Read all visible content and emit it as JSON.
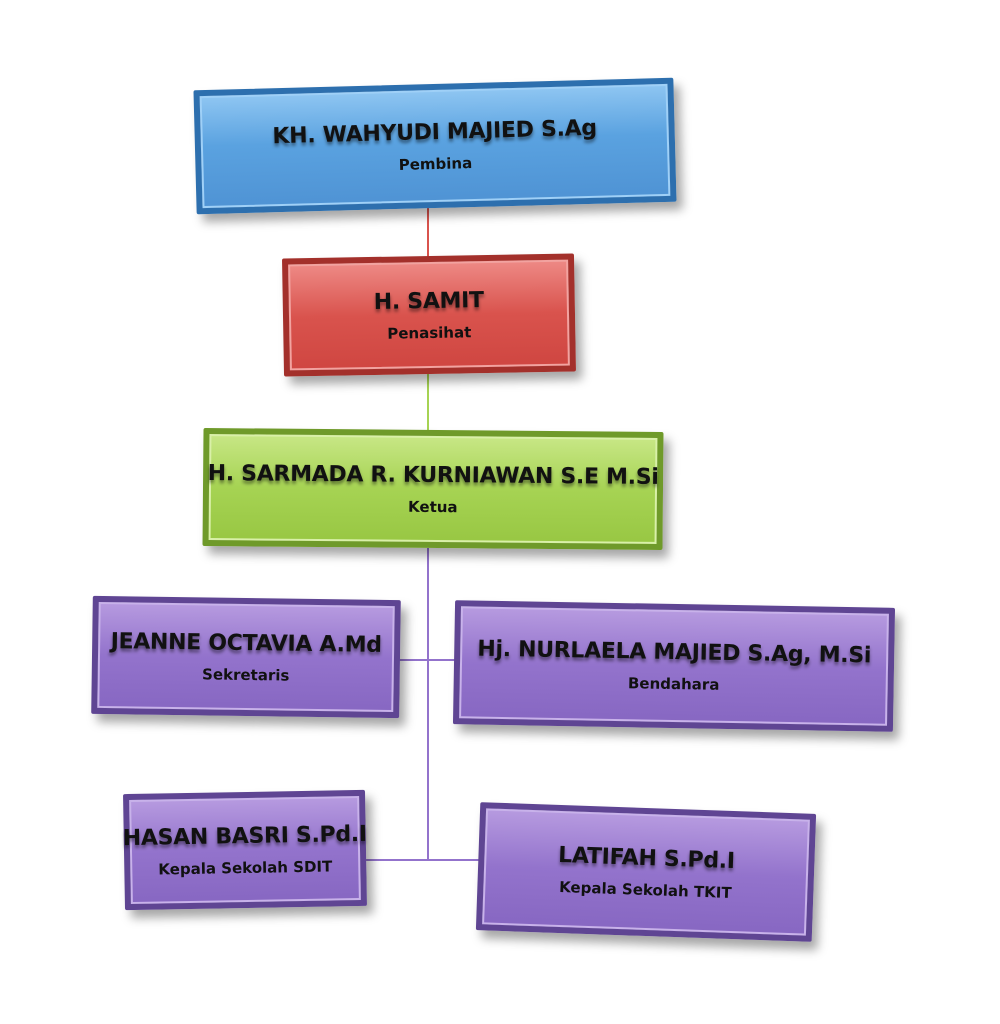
{
  "org": {
    "pembina": {
      "name": "KH. WAHYUDI MAJIED S.Ag",
      "role": "Pembina"
    },
    "penasihat": {
      "name": "H. SAMIT",
      "role": "Penasihat"
    },
    "ketua": {
      "name": "H. SARMADA R. KURNIAWAN S.E M.Si",
      "role": "Ketua"
    },
    "sekretaris": {
      "name": "JEANNE OCTAVIA A.Md",
      "role": "Sekretaris"
    },
    "bendahara": {
      "name": "Hj. NURLAELA MAJIED S.Ag, M.Si",
      "role": "Bendahara"
    },
    "sdit": {
      "name": "HASAN BASRI S.Pd.I",
      "role": "Kepala Sekolah SDIT"
    },
    "tkit": {
      "name": "LATIFAH S.Pd.I",
      "role": "Kepala Sekolah TKIT"
    }
  },
  "colors": {
    "blue": "#5aa2e0",
    "red": "#d9534d",
    "green": "#a6d353",
    "purple": "#9373cc",
    "connector_red": "#d9534d",
    "connector_green": "#a6d353",
    "connector_purple": "#9373cc"
  }
}
